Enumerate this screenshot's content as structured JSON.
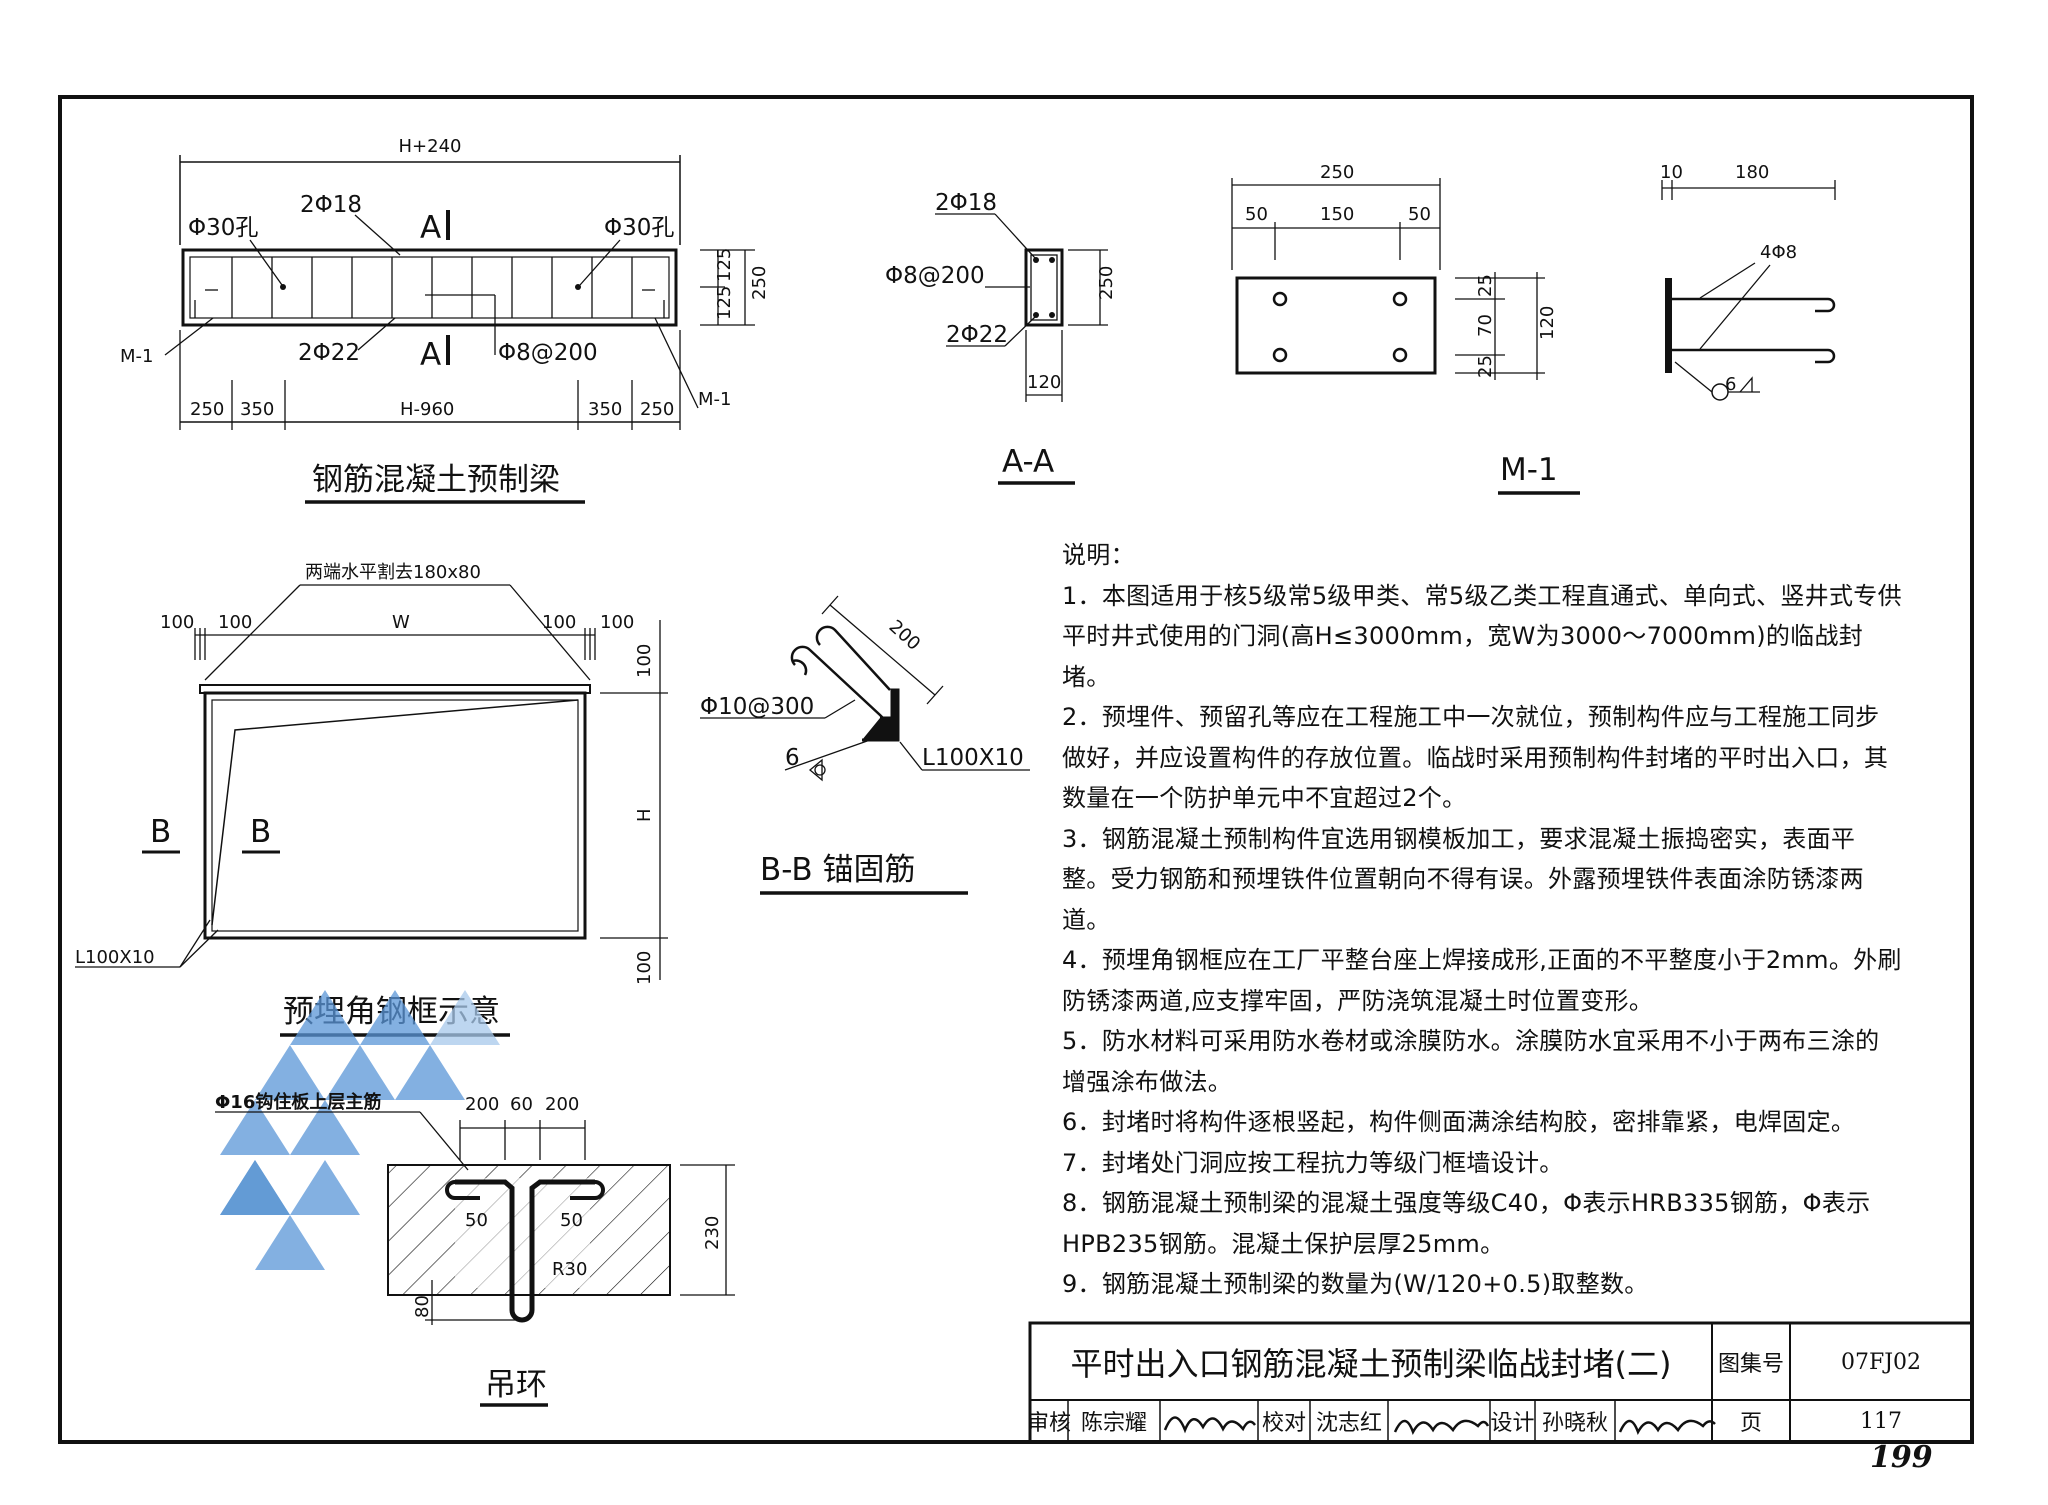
{
  "drawings": {
    "beam": {
      "caption": "钢筋混凝土预制梁",
      "dim_top": "H+240",
      "rebar_top": "2Φ18",
      "rebar_bottom": "2Φ22",
      "hole_left": "Φ30孔",
      "hole_right": "Φ30孔",
      "section_mark": "A",
      "stirrup": "Φ8@200",
      "plate_left": "M-1",
      "plate_right": "M-1",
      "dim_bottom": [
        "250",
        "350",
        "H-960",
        "350",
        "250"
      ],
      "dim_right": [
        "125",
        "125",
        "250"
      ]
    },
    "section_aa": {
      "caption": "A-A",
      "rebar_top": "2Φ18",
      "stirrup": "Φ8@200",
      "rebar_bottom": "2Φ22",
      "height": "250",
      "width": "120"
    },
    "m1": {
      "caption": "M-1",
      "dim_top": "250",
      "dim_sub": [
        "50",
        "150",
        "50"
      ],
      "dim_right": [
        "25",
        "70",
        "25"
      ],
      "dim_right_total": "120",
      "side_dim_top": [
        "10",
        "180"
      ],
      "anchor": "4Φ8",
      "weld": "6"
    },
    "frame": {
      "caption": "预埋角钢框示意",
      "cut_note": "两端水平割去180x80",
      "dim_top": [
        "100",
        "100",
        "W",
        "100",
        "100"
      ],
      "dim_right": [
        "100",
        "H",
        "100"
      ],
      "section_mark": "B",
      "angle": "L100X10"
    },
    "section_bb": {
      "caption": "B-B  锚固筋",
      "dim": "200",
      "rebar": "Φ10@300",
      "weld": "6",
      "angle": "L100X10"
    },
    "hanger": {
      "caption": "吊环",
      "note": "Φ16钩住板上层主筋",
      "dim_top": [
        "200",
        "60",
        "200"
      ],
      "dim_50a": "50",
      "dim_50b": "50",
      "radius": "R30",
      "dim_right": "230",
      "dim_bottom": "80"
    }
  },
  "notes": {
    "heading": "说明：",
    "items": [
      "1．本图适用于核5级常5级甲类、常5级乙类工程直通式、单向式、竖井式专供平时井式使用的门洞(高H≤3000mm，宽W为3000～7000mm)的临战封堵。",
      "2．预埋件、预留孔等应在工程施工中一次就位，预制构件应与工程施工同步做好，并应设置构件的存放位置。临战时采用预制构件封堵的平时出入口，其数量在一个防护单元中不宜超过2个。",
      "3．钢筋混凝土预制构件宜选用钢模板加工，要求混凝土振捣密实，表面平整。受力钢筋和预埋铁件位置朝向不得有误。外露预埋铁件表面涂防锈漆两道。",
      "4．预埋角钢框应在工厂平整台座上焊接成形,正面的不平整度小于2mm。外刷防锈漆两道,应支撑牢固，严防浇筑混凝土时位置变形。",
      "5．防水材料可采用防水卷材或涂膜防水。涂膜防水宜采用不小于两布三涂的增强涂布做法。",
      "6．封堵时将构件逐根竖起，构件侧面满涂结构胶，密排靠紧，电焊固定。",
      "7．封堵处门洞应按工程抗力等级门框墙设计。",
      "8．钢筋混凝土预制梁的混凝土强度等级C40，Φ表示HRB335钢筋，Φ表示HPB235钢筋。混凝土保护层厚25mm。",
      "9．钢筋混凝土预制梁的数量为(W/120+0.5)取整数。"
    ]
  },
  "title_block": {
    "title": "平时出入口钢筋混凝土预制梁临战封堵(二)",
    "atlas_label": "图集号",
    "atlas_no": "07FJ02",
    "review_label": "审核",
    "reviewer": "陈宗耀",
    "check_label": "校对",
    "checker": "沈志红",
    "design_label": "设计",
    "designer": "孙晓秋",
    "page_label": "页",
    "page_no": "117"
  },
  "sheet_page": "199"
}
